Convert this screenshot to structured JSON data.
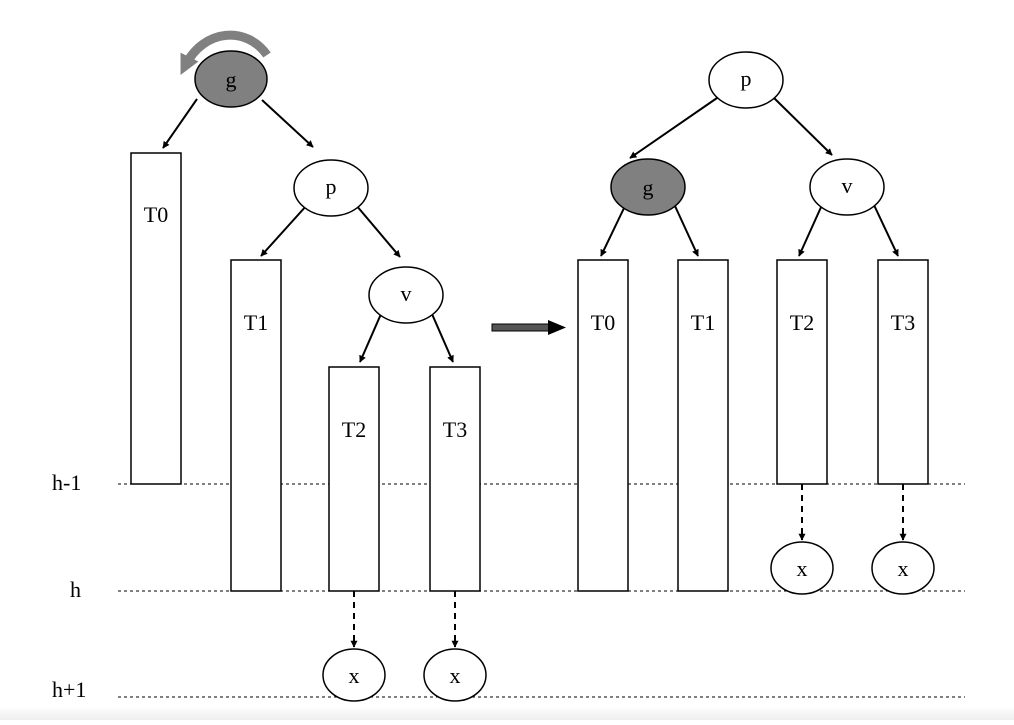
{
  "left_tree": {
    "nodes": {
      "g": "g",
      "p": "p",
      "v": "v"
    },
    "subtrees": {
      "T0": "T0",
      "T1": "T1",
      "T2": "T2",
      "T3": "T3"
    },
    "inserted": {
      "x2": "x",
      "x3": "x"
    }
  },
  "right_tree": {
    "nodes": {
      "p": "p",
      "g": "g",
      "v": "v"
    },
    "subtrees": {
      "T0": "T0",
      "T1": "T1",
      "T2": "T2",
      "T3": "T3"
    },
    "inserted": {
      "x2": "x",
      "x3": "x"
    }
  },
  "levels": {
    "h_minus_1": "h-1",
    "h": "h",
    "h_plus_1": "h+1"
  },
  "colors": {
    "shaded_node": "#808080",
    "rotation_arrow": "#808080",
    "stroke": "#000000"
  },
  "icons": {
    "rotation": "counterclockwise-rotation-arrow-icon",
    "transform": "right-arrow-icon"
  }
}
